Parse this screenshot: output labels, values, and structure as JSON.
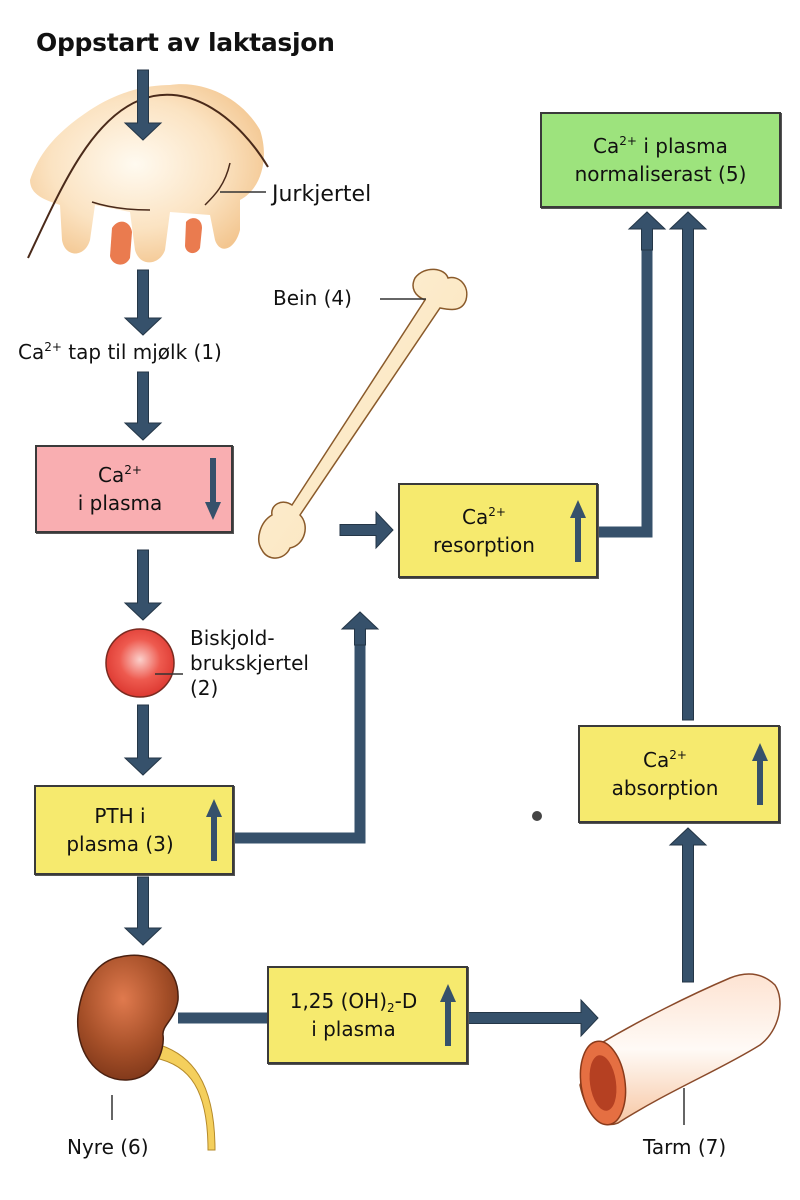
{
  "title": "Oppstart av laktasjon",
  "colors": {
    "arrow": "#36516b",
    "yellow_box": "#f6ea6e",
    "pink_box": "#f9aeb1",
    "green_box": "#9de37d",
    "gland": "#e8413a",
    "kidney": "#9b4a26",
    "udder": "#f7d3a3",
    "teat": "#ea7b4f"
  },
  "labels": {
    "udder": "Jurkjertel",
    "milk_loss_pre": "Ca",
    "milk_loss_sup": "2+",
    "milk_loss_post": " tap til mjølk (1)",
    "bone": "Bein (4)",
    "gland_line1": "Biskjold-",
    "gland_line2": "brukskjertel",
    "gland_line3": "(2)",
    "kidney": "Nyre (6)",
    "intestine": "Tarm (7)"
  },
  "boxes": {
    "plasma_ca": {
      "line1_pre": "Ca",
      "line1_sup": "2+",
      "line2": "i plasma",
      "direction": "down"
    },
    "pth": {
      "line1": "PTH i",
      "line2": "plasma (3)",
      "direction": "up"
    },
    "resorption": {
      "line1_pre": "Ca",
      "line1_sup": "2+",
      "line2": "resorption",
      "direction": "up"
    },
    "absorption": {
      "line1_pre": "Ca",
      "line1_sup": "2+",
      "line2": "absorption",
      "direction": "up"
    },
    "vitd": {
      "line1_pre": "1,25 (OH)",
      "line1_sub": "2",
      "line1_post": "-D",
      "line2": "i plasma",
      "direction": "up"
    },
    "normalised": {
      "line1_pre": "Ca",
      "line1_sup": "2+",
      "line1_post": " i plasma",
      "line2": "normaliserast (5)"
    }
  }
}
